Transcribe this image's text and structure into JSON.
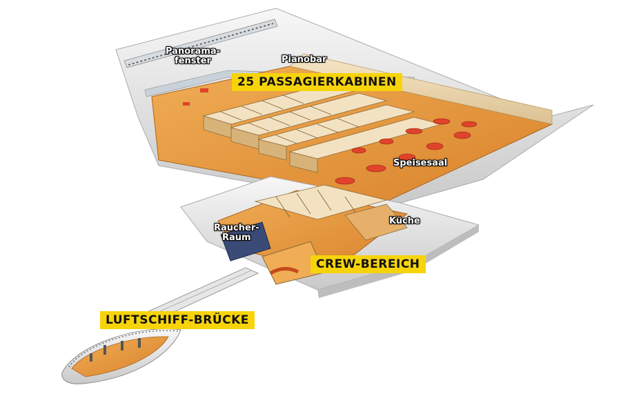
{
  "banners": {
    "passengers": "25 PASSAGIERKABINEN",
    "crew": "CREW-BEREICH",
    "bridge": "LUFTSCHIFF-BRÜCKE"
  },
  "labels": {
    "panorama_line1": "Panorama-",
    "panorama_line2": "fenster",
    "pianobar": "Pianobar",
    "speisesaal": "Speisesaal",
    "raucher_line1": "Raucher-",
    "raucher_line2": "Raum",
    "kueche": "Küche"
  },
  "colors": {
    "banner": "#f7d40a",
    "floor": "#e99a3c",
    "wall": "#f1dcb6",
    "furniture": "#e0432b",
    "hull": "#eeeeee"
  }
}
